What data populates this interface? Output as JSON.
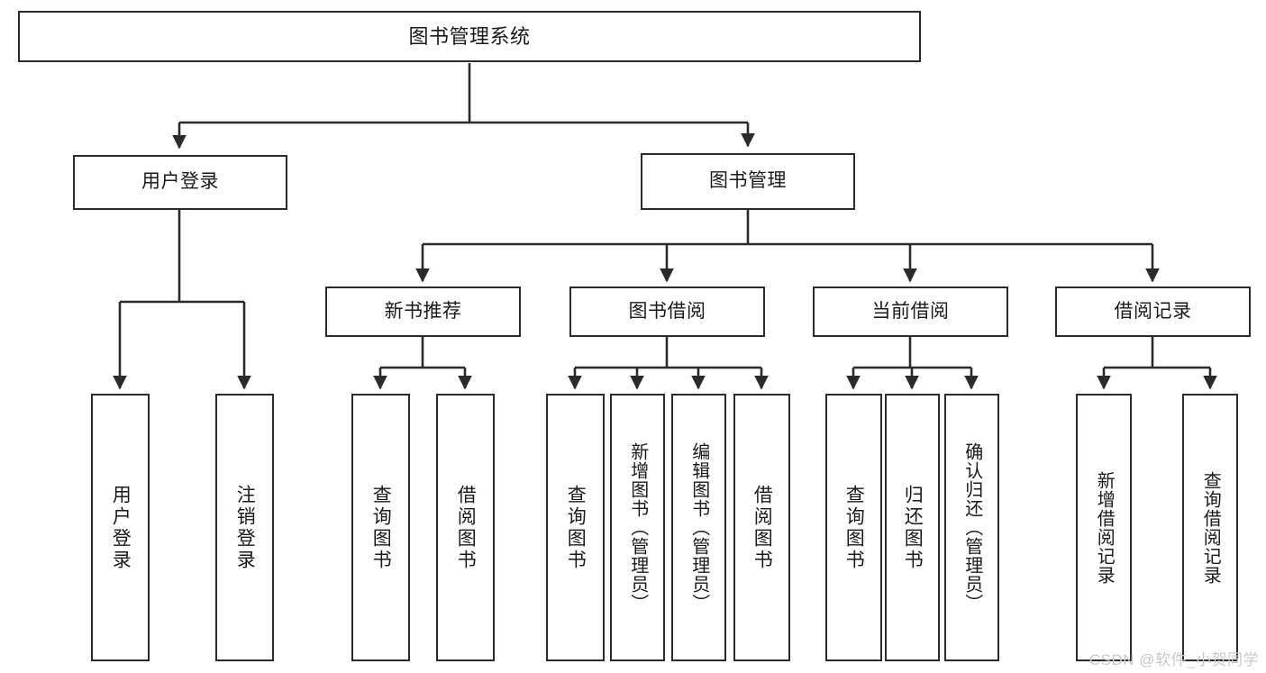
{
  "diagram": {
    "type": "tree-hierarchy",
    "title": "图书管理系统",
    "stroke_color": "#2b2b2b",
    "background_color": "#ffffff",
    "nodes": {
      "root": {
        "label": "图书管理系统"
      },
      "level2": [
        {
          "id": "user-login",
          "label": "用户登录"
        },
        {
          "id": "book-management",
          "label": "图书管理"
        }
      ],
      "level3": [
        {
          "id": "new-book-recommend",
          "label": "新书推荐"
        },
        {
          "id": "book-borrow",
          "label": "图书借阅"
        },
        {
          "id": "current-borrow",
          "label": "当前借阅"
        },
        {
          "id": "borrow-record",
          "label": "借阅记录"
        }
      ],
      "leaves": [
        {
          "id": "leaf-user-login",
          "label": "用户登录",
          "parent": "user-login"
        },
        {
          "id": "leaf-logout",
          "label": "注销登录",
          "parent": "user-login"
        },
        {
          "id": "leaf-query-book-1",
          "label": "查询图书",
          "parent": "new-book-recommend"
        },
        {
          "id": "leaf-borrow-book-1",
          "label": "借阅图书",
          "parent": "new-book-recommend"
        },
        {
          "id": "leaf-query-book-2",
          "label": "查询图书",
          "parent": "book-borrow"
        },
        {
          "id": "leaf-add-book",
          "label": "新增图书（管理员）",
          "parent": "book-borrow"
        },
        {
          "id": "leaf-edit-book",
          "label": "编辑图书（管理员）",
          "parent": "book-borrow"
        },
        {
          "id": "leaf-borrow-book-2",
          "label": "借阅图书",
          "parent": "book-borrow"
        },
        {
          "id": "leaf-query-book-3",
          "label": "查询图书",
          "parent": "current-borrow"
        },
        {
          "id": "leaf-return-book",
          "label": "归还图书",
          "parent": "current-borrow"
        },
        {
          "id": "leaf-confirm-return",
          "label": "确认归还（管理员）",
          "parent": "current-borrow"
        },
        {
          "id": "leaf-add-record",
          "label": "新增借阅记录",
          "parent": "borrow-record"
        },
        {
          "id": "leaf-query-record",
          "label": "查询借阅记录",
          "parent": "borrow-record"
        }
      ]
    }
  },
  "watermark": {
    "text": "CSDN @软件_小贺同学"
  }
}
